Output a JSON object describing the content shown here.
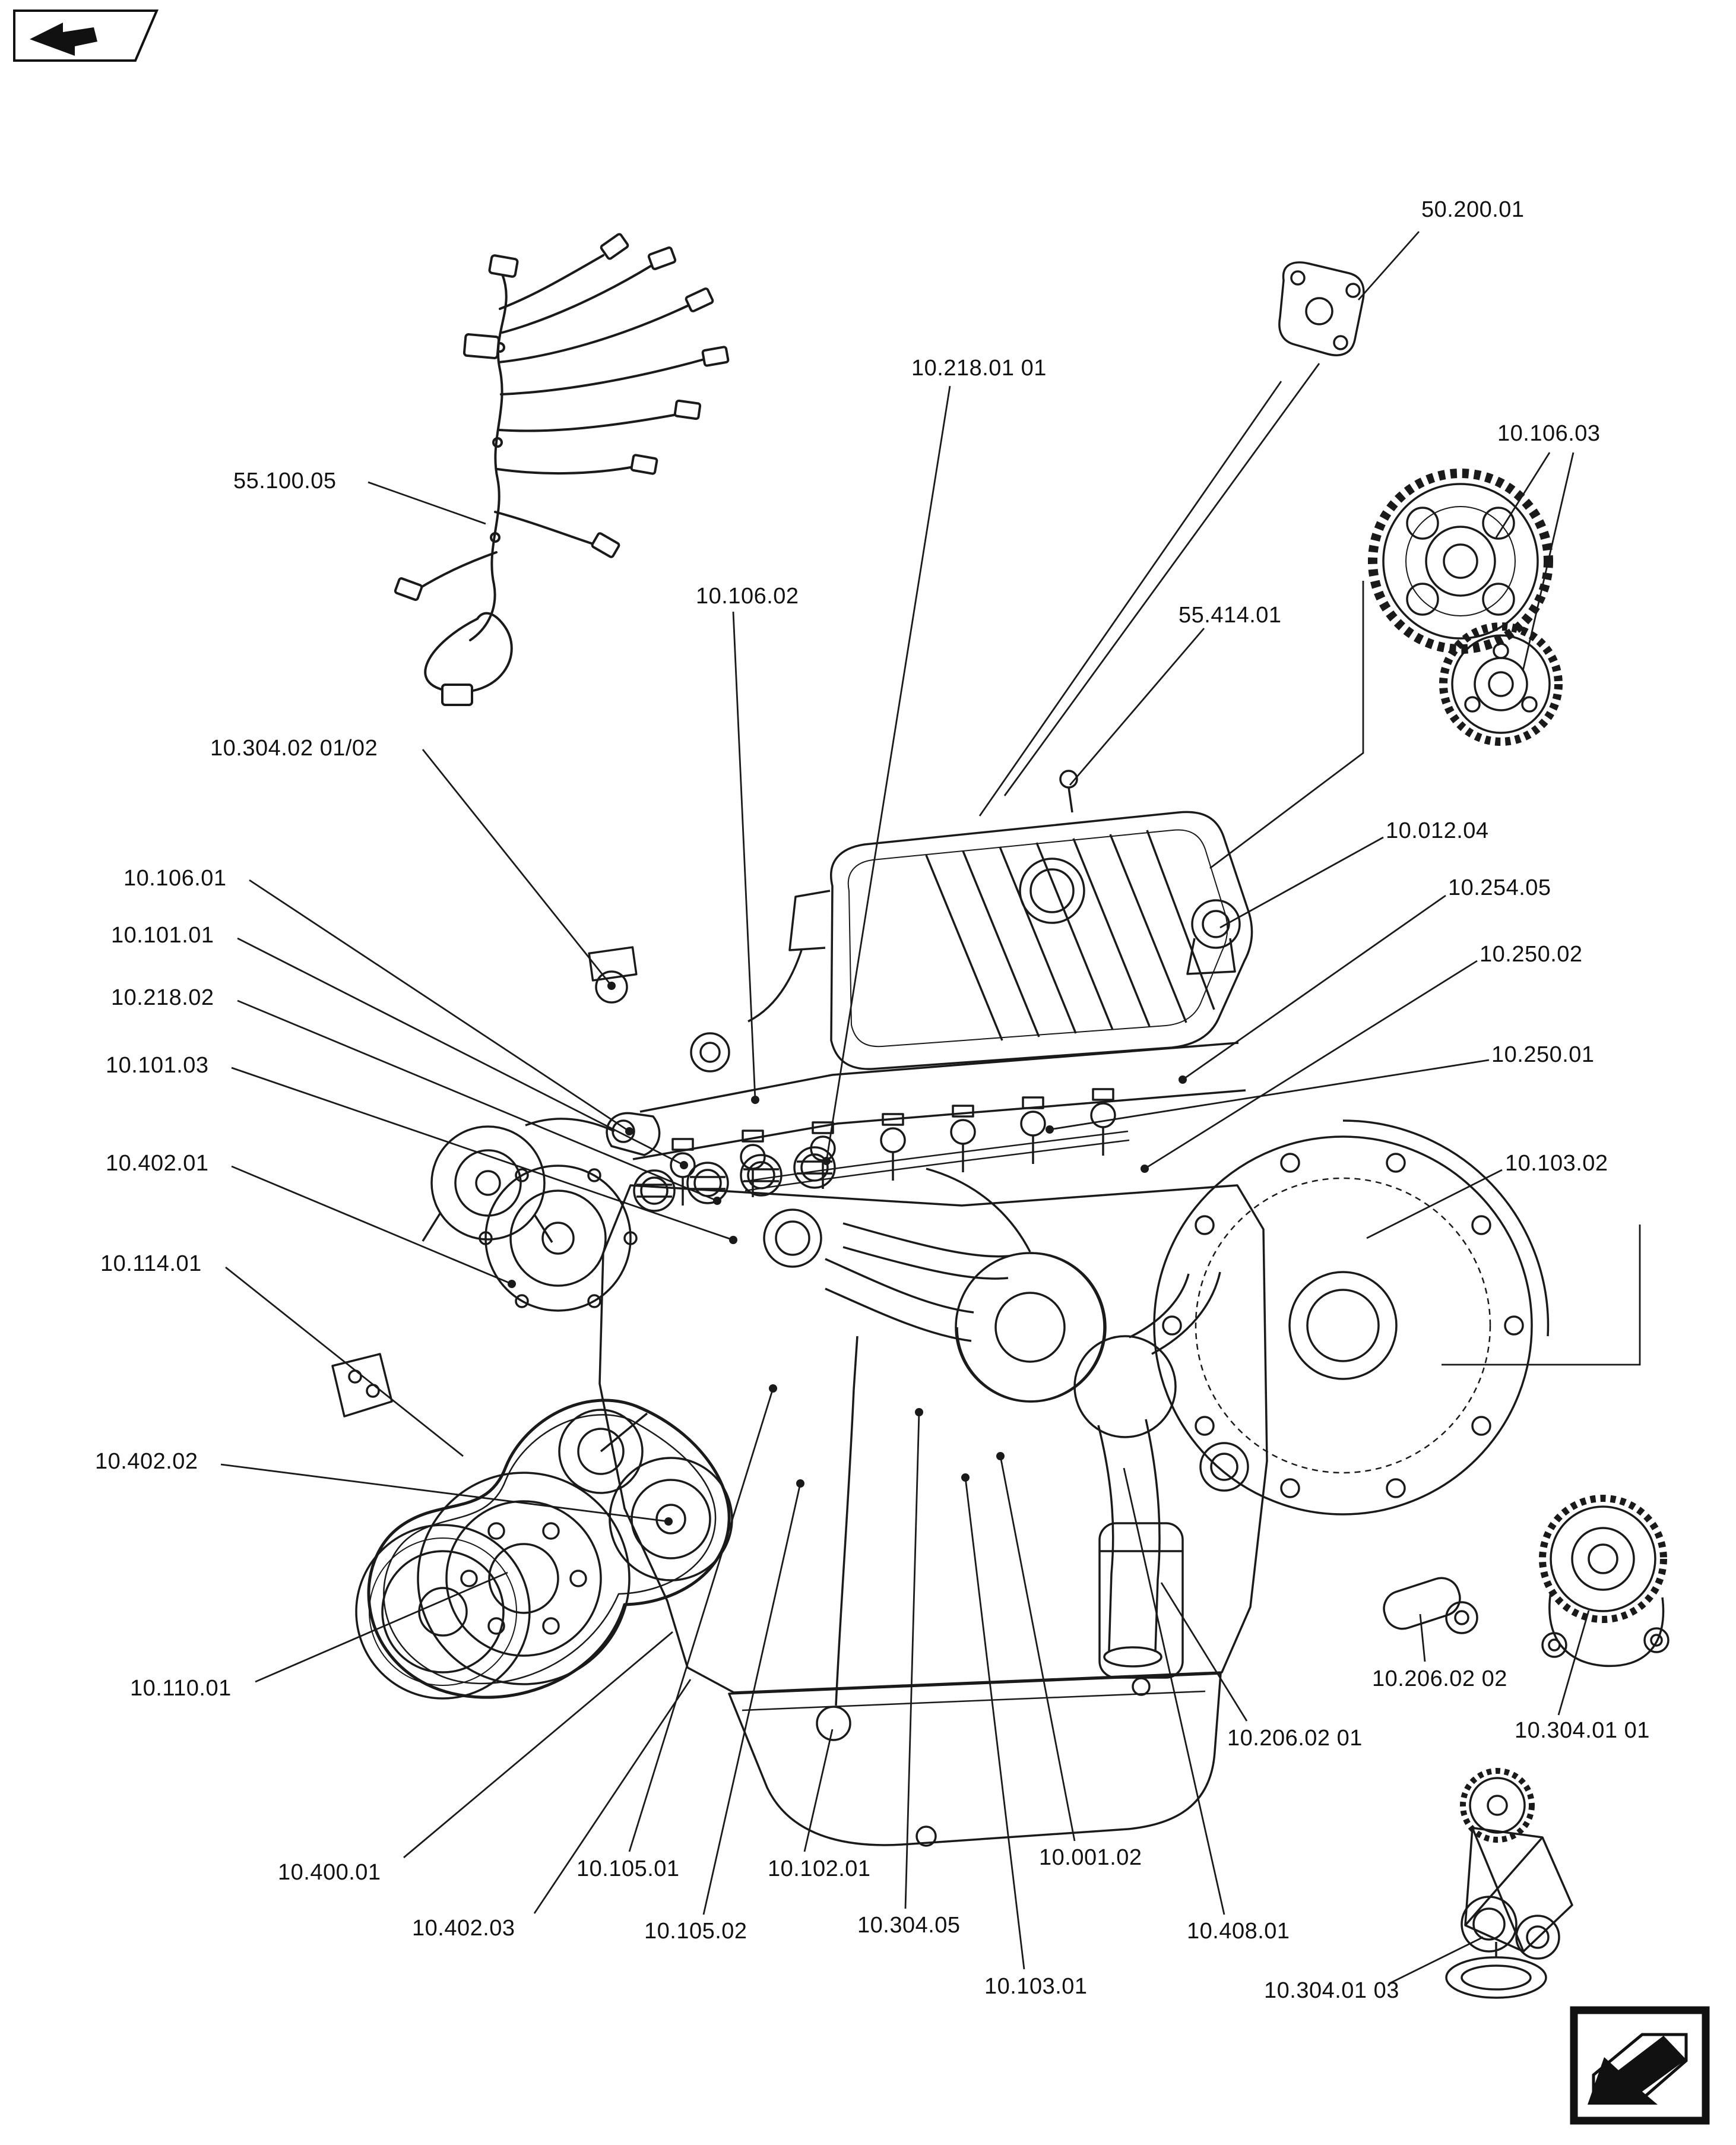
{
  "page": {
    "background": "#ffffff",
    "line_color": "#1a1a1a"
  },
  "nav": {
    "back_icon": "return-arrow-icon",
    "forward_icon": "continue-arrow-icon"
  },
  "labels": [
    {
      "text": "50.200.01"
    },
    {
      "text": "10.218.01 01"
    },
    {
      "text": "10.106.03"
    },
    {
      "text": "55.100.05"
    },
    {
      "text": "10.106.02"
    },
    {
      "text": "55.414.01"
    },
    {
      "text": "10.304.02 01/02"
    },
    {
      "text": "10.012.04"
    },
    {
      "text": "10.106.01"
    },
    {
      "text": "10.254.05"
    },
    {
      "text": "10.101.01"
    },
    {
      "text": "10.250.02"
    },
    {
      "text": "10.218.02"
    },
    {
      "text": "10.250.01"
    },
    {
      "text": "10.101.03"
    },
    {
      "text": "10.402.01"
    },
    {
      "text": "10.103.02"
    },
    {
      "text": "10.114.01"
    },
    {
      "text": "10.402.02"
    },
    {
      "text": "10.110.01"
    },
    {
      "text": "10.206.02 02"
    },
    {
      "text": "10.304.01 01"
    },
    {
      "text": "10.206.02 01"
    },
    {
      "text": "10.400.01"
    },
    {
      "text": "10.105.01"
    },
    {
      "text": "10.102.01"
    },
    {
      "text": "10.001.02"
    },
    {
      "text": "10.402.03"
    },
    {
      "text": "10.105.02"
    },
    {
      "text": "10.304.05"
    },
    {
      "text": "10.408.01"
    },
    {
      "text": "10.103.01"
    },
    {
      "text": "10.304.01 03"
    }
  ]
}
